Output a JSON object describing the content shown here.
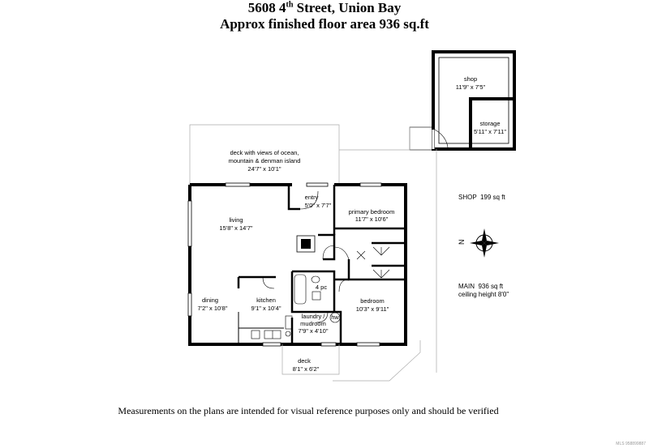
{
  "header": {
    "street_number_and_name": "5608 4",
    "ordinal_suffix": "th",
    "street_rest": " Street, Union Bay",
    "area_line": "Approx finished floor area 936 sq.ft"
  },
  "rooms": {
    "shop": {
      "name": "shop",
      "dims": "11'9\" x 7'5\""
    },
    "storage": {
      "name": "storage",
      "dims": "5'11\" x 7'11\""
    },
    "deck_main": {
      "line1": "deck with views of ocean,",
      "line2": "mountain & denman island",
      "dims": "24'7\" x 10'1\""
    },
    "entry": {
      "name": "entry",
      "dims": "5'0\" x 7'7\""
    },
    "living": {
      "name": "living",
      "dims": "15'8\" x 14'7\""
    },
    "primary_bedroom": {
      "name": "primary bedroom",
      "dims": "11'7\" x 10'6\""
    },
    "bath": {
      "name": "4 pc"
    },
    "dining": {
      "name": "dining",
      "dims": "7'2\" x 10'8\""
    },
    "kitchen": {
      "name": "kitchen",
      "dims": "9'1\" x 10'4\""
    },
    "bedroom": {
      "name": "bedroom",
      "dims": "10'3\" x 9'11\""
    },
    "laundry": {
      "line1": "laundry /",
      "line2": "mudroom",
      "dims": "7'9\" x 4'10\"",
      "hw": "hw"
    },
    "deck_small": {
      "name": "deck",
      "dims": "8'1\" x 6'2\""
    }
  },
  "summary": {
    "shop_area": "SHOP  199 sq ft",
    "main_area": "MAIN  936 sq ft",
    "ceiling": "ceiling height 8'0\""
  },
  "compass": {
    "letter": "N"
  },
  "footer": {
    "note": "Measurements on the plans are intended for visual reference purposes only and should be verified",
    "watermark": "MLS 958899887"
  }
}
